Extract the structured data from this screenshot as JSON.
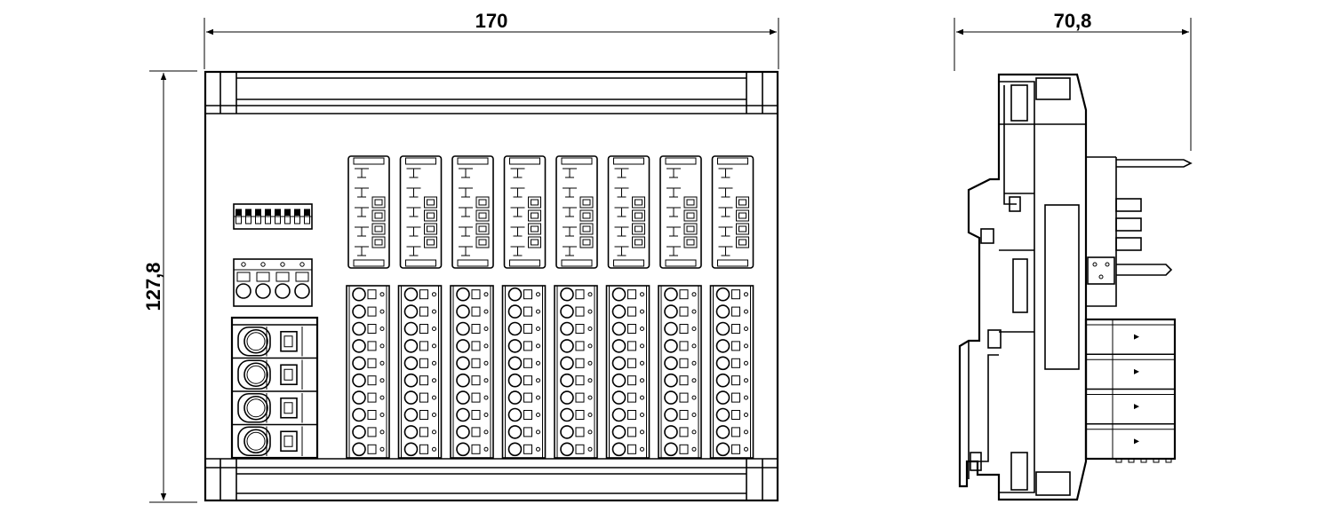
{
  "dimensions": {
    "front_width": "170",
    "front_height": "127,8",
    "side_depth": "70,8"
  },
  "front_view": {
    "channel_count": 8,
    "terminal_rows_per_channel": 10,
    "relay_positions_per_channel": 4,
    "dip_switch_count": 8,
    "power_connector_count": 4,
    "power_slot_count": 4
  },
  "side_view": {
    "stacked_slot_count": 4
  }
}
